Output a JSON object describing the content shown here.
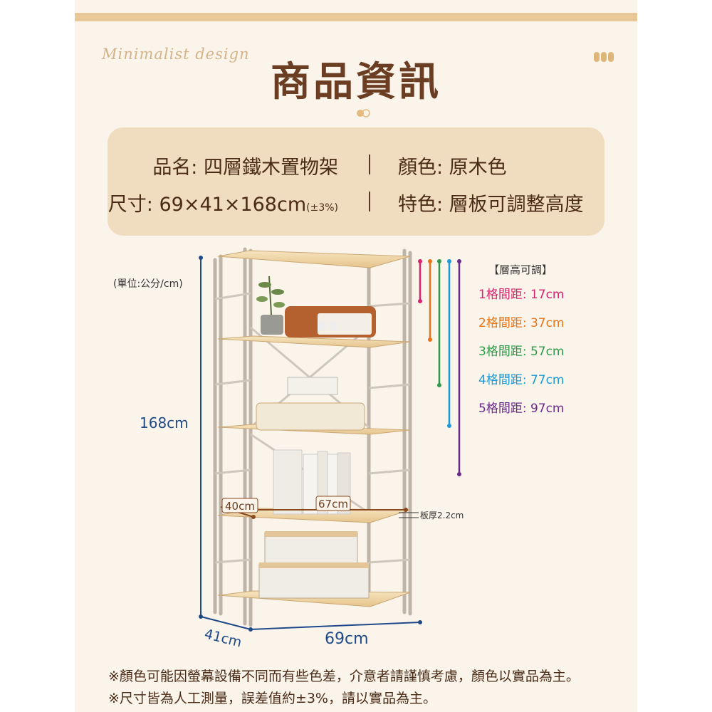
{
  "header": {
    "script_title": "Minimalist design",
    "title": "商品資訊"
  },
  "info": {
    "name_label": "品名: 四層鐵木置物架",
    "color_label": "顏色: 原木色",
    "size_label": "尺寸: 69×41×168cm",
    "size_tolerance": "(±3%)",
    "feature_label": "特色: 層板可調整高度"
  },
  "diagram": {
    "unit": "(單位:公分/cm)",
    "height": "168cm",
    "depth_inner": "40cm",
    "width_inner": "67cm",
    "thickness": "板厚2.2cm",
    "depth": "41cm",
    "width": "69cm"
  },
  "adjust": {
    "title": "【層高可調】",
    "items": [
      {
        "label": "1格間距: 17cm",
        "color": "#d6246e"
      },
      {
        "label": "2格間距: 37cm",
        "color": "#e8751a"
      },
      {
        "label": "3格間距: 57cm",
        "color": "#2e9a4a"
      },
      {
        "label": "4格間距: 77cm",
        "color": "#1a9ad6"
      },
      {
        "label": "5格間距: 97cm",
        "color": "#6a2a8a"
      }
    ]
  },
  "notes": [
    "※顏色可能因螢幕設備不同而有些色差，介意者請謹慎考慮，顏色以實品為主。",
    "※尺寸皆為人工測量，誤差值約±3%，請以實品為主。"
  ],
  "colors": {
    "panel": "#fbf4ea",
    "accent": "#e9c897",
    "title": "#6b3e23",
    "dimension_line": "#1f4a8a",
    "wood": "#f0d9a8",
    "steel": "#cfc6bc"
  }
}
